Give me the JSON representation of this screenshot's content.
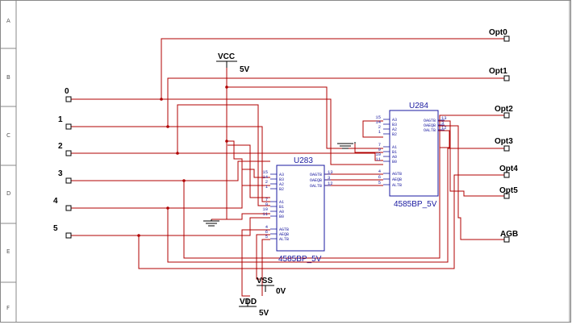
{
  "border": {
    "rows": [
      "A",
      "B",
      "C",
      "D",
      "E",
      "F"
    ]
  },
  "inputs": [
    "0",
    "1",
    "2",
    "3",
    "4",
    "5"
  ],
  "outputs": [
    "Opt0",
    "Opt1",
    "Opt2",
    "Opt3",
    "Opt4",
    "Opt5",
    "AGB"
  ],
  "power": {
    "vcc": {
      "name": "VCC",
      "value": "5V"
    },
    "vss": {
      "name": "VSS",
      "value": "0V"
    },
    "vdd": {
      "name": "VDD",
      "value": "5V"
    }
  },
  "u283": {
    "ref": "U283",
    "part": "4585BP_5V",
    "left_pins": [
      {
        "num": "15",
        "name": "A3"
      },
      {
        "num": "14",
        "name": "B3"
      },
      {
        "num": "2",
        "name": "A2"
      },
      {
        "num": "1",
        "name": "B2"
      },
      {
        "num": "7",
        "name": "A1"
      },
      {
        "num": "9",
        "name": "B1"
      },
      {
        "num": "10",
        "name": "A0"
      },
      {
        "num": "11",
        "name": "B0"
      },
      {
        "num": "4",
        "name": "AGTB"
      },
      {
        "num": "6",
        "name": "AEQB"
      },
      {
        "num": "5",
        "name": "ALTB"
      }
    ],
    "right_pins": [
      {
        "num": "13",
        "name": "OAGTB"
      },
      {
        "num": "3",
        "name": "OAEQB"
      },
      {
        "num": "12",
        "name": "OALTB"
      }
    ]
  },
  "u284": {
    "ref": "U284",
    "part": "4585BP_5V",
    "left_pins": [
      {
        "num": "15",
        "name": "A3"
      },
      {
        "num": "14",
        "name": "B3"
      },
      {
        "num": "2",
        "name": "A2"
      },
      {
        "num": "1",
        "name": "B2"
      },
      {
        "num": "7",
        "name": "A1"
      },
      {
        "num": "9",
        "name": "B1"
      },
      {
        "num": "10",
        "name": "A0"
      },
      {
        "num": "11",
        "name": "B0"
      },
      {
        "num": "4",
        "name": "AGTB"
      },
      {
        "num": "6",
        "name": "AEQB"
      },
      {
        "num": "5",
        "name": "ALTB"
      }
    ],
    "right_pins": [
      {
        "num": "13",
        "name": "OAGTB"
      },
      {
        "num": "3",
        "name": "OAEQB"
      },
      {
        "num": "12",
        "name": "OALTB"
      }
    ]
  }
}
